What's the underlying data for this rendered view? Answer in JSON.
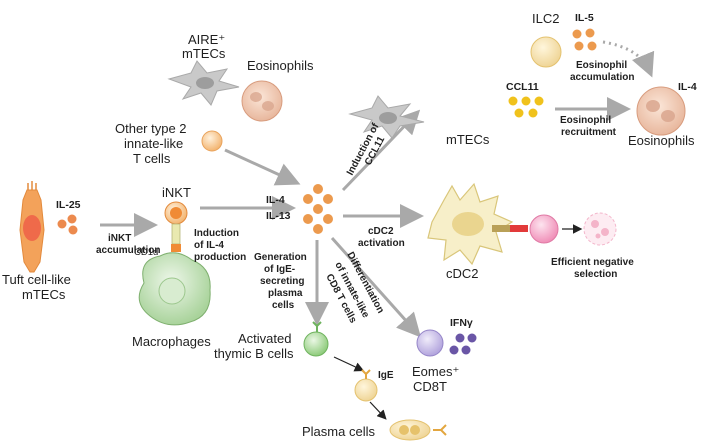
{
  "labels": {
    "aire_mtecs_1": "AIRE⁺",
    "aire_mtecs_2": "mTECs",
    "eosinophils_top": "Eosinophils",
    "other_type2_1": "Other type 2",
    "other_type2_2": "innate-like",
    "other_type2_3": "T cells",
    "il25": "IL-25",
    "inkt": "iNKT",
    "inkt_accum_1": "iNKT",
    "inkt_accum_2": "accumulation",
    "induction_il4_1": "Induction",
    "induction_il4_2": "of IL-4",
    "induction_il4_3": "production",
    "cd1d": "CD1d",
    "tuft_1": "Tuft cell-like",
    "tuft_2": "mTECs",
    "macrophages": "Macrophages",
    "il4_center": "IL-4",
    "il13_center": "IL-13",
    "induction_ccl11_1": "Induction of",
    "induction_ccl11_2": "CCL11",
    "mtecs_right": "mTECs",
    "ilc2": "ILC2",
    "il5": "IL-5",
    "eos_accum_1": "Eosinophil",
    "eos_accum_2": "accumulation",
    "ccl11": "CCL11",
    "il4_right": "IL-4",
    "eos_recruit_1": "Eosinophil",
    "eos_recruit_2": "recruitment",
    "eosinophils_right": "Eosinophils",
    "cdc2_act_1": "cDC2",
    "cdc2_act_2": "activation",
    "cdc2": "cDC2",
    "neg_sel_1": "Efficient negative",
    "neg_sel_2": "selection",
    "gen_ige_1": "Generation",
    "gen_ige_2": "of IgE-",
    "gen_ige_3": "secreting",
    "gen_ige_4": "plasma",
    "gen_ige_5": "cells",
    "diff_1": "Differentiation",
    "diff_2": "of innate-like",
    "diff_3": "CD8 T cells",
    "ifng": "IFNγ",
    "eomes_1": "Eomes⁺",
    "eomes_2": "CD8T",
    "activated_b_1": "Activated",
    "activated_b_2": "thymic B cells",
    "ige": "IgE",
    "plasma_cells": "Plasma cells"
  },
  "colors": {
    "arrow": "#a9a9a9",
    "cytokine_orange": "#ec9a4e",
    "ccl11_yellow": "#f0c21c",
    "ifng_purple": "#6a56a6",
    "eos_pink": "#e7a98c",
    "cell_gray": "#c9c9c9"
  }
}
